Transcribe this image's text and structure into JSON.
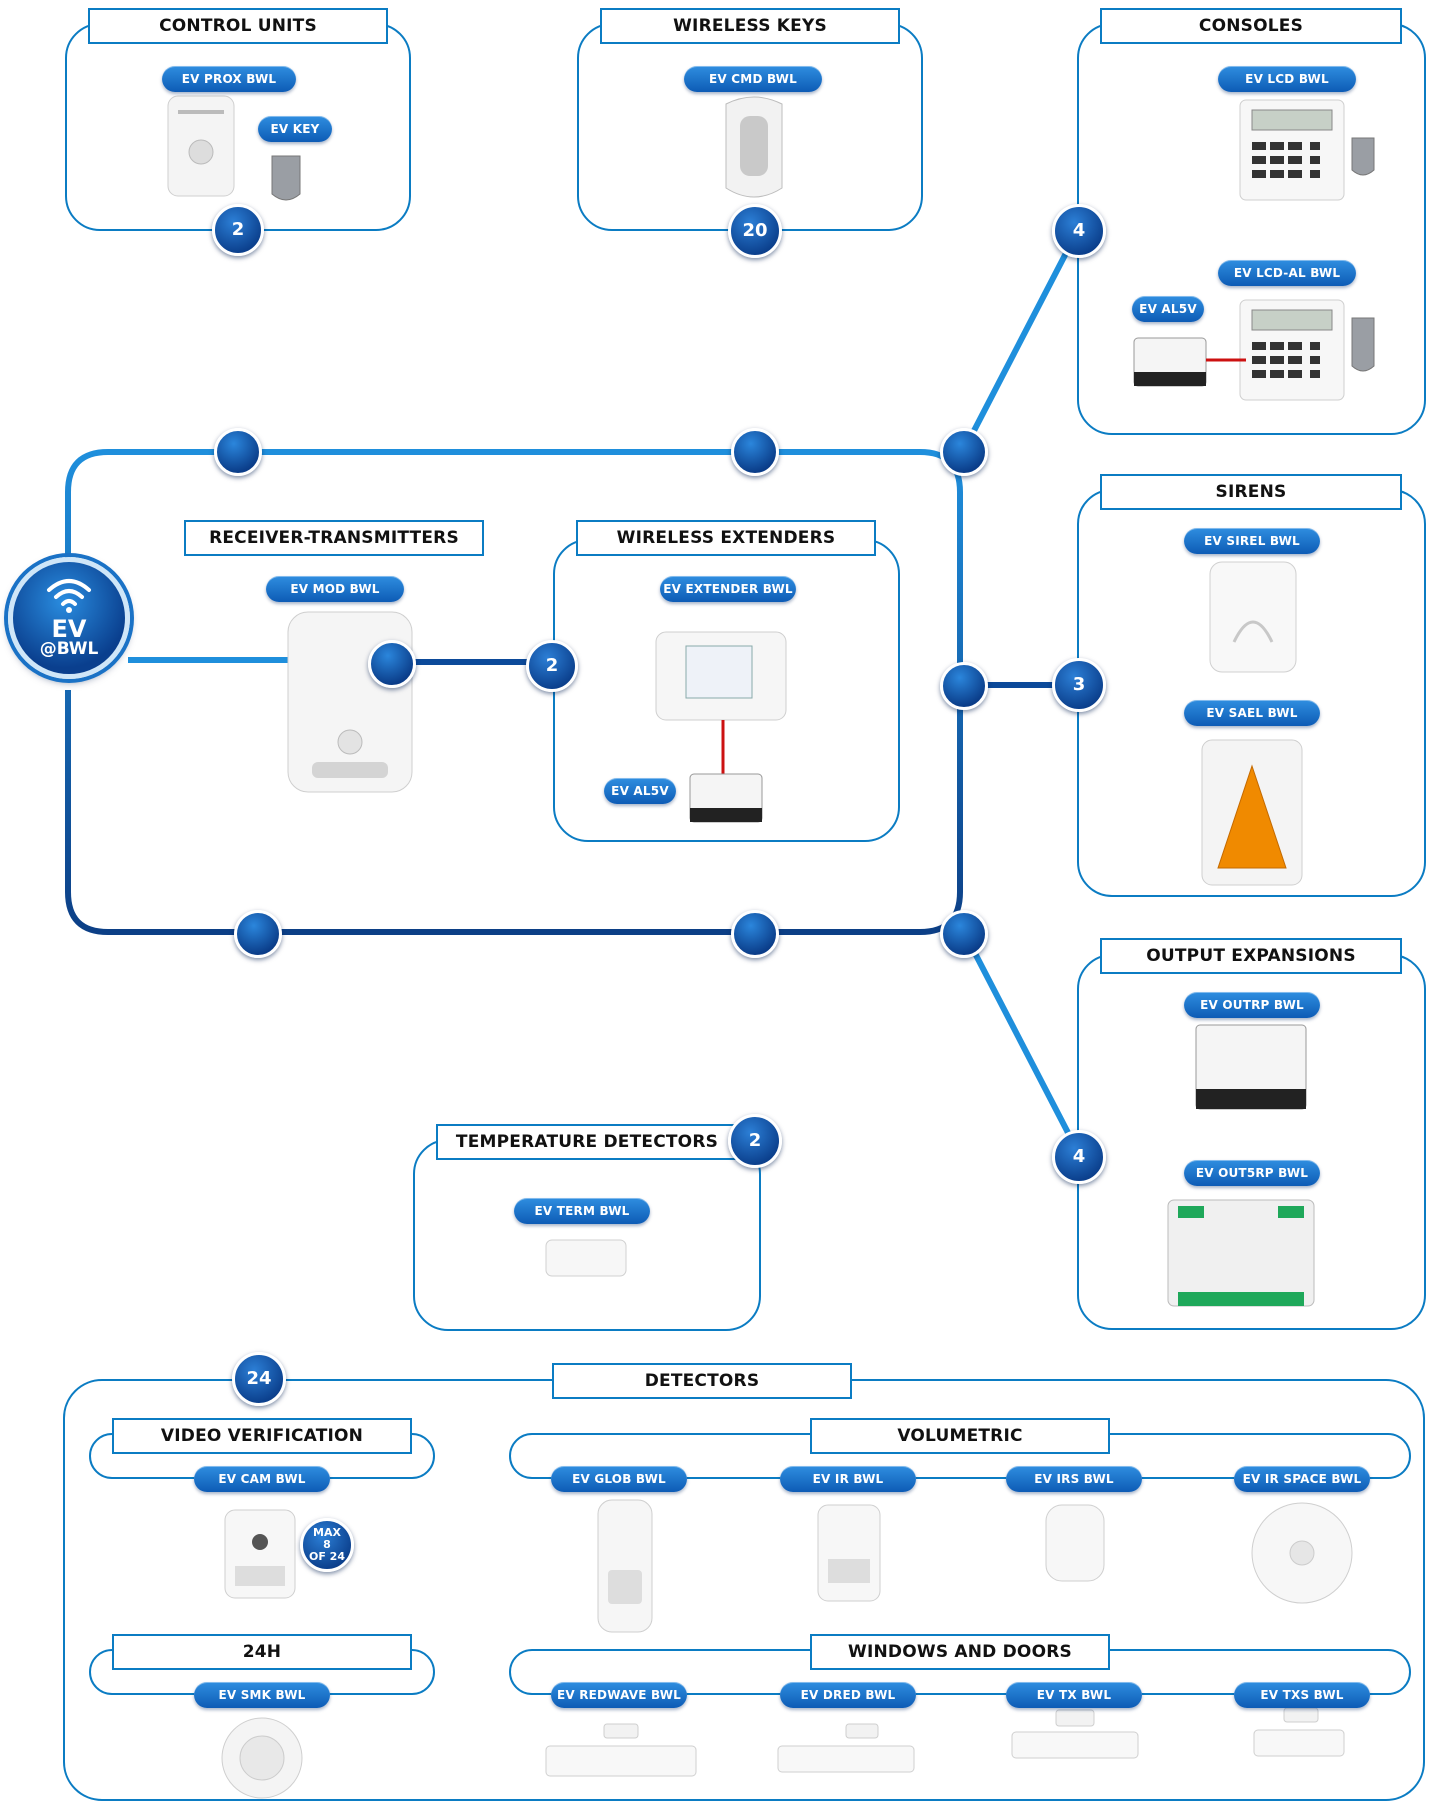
{
  "hub": {
    "line1": "EV",
    "line2": "@BWL"
  },
  "sections": {
    "control_units": "CONTROL UNITS",
    "wireless_keys": "WIRELESS KEYS",
    "consoles": "CONSOLES",
    "receiver_transmitters": "RECEIVER-TRANSMITTERS",
    "wireless_extenders": "WIRELESS EXTENDERS",
    "sirens": "SIRENS",
    "output_expansions": "OUTPUT EXPANSIONS",
    "temperature_detectors": "TEMPERATURE DETECTORS",
    "detectors": "DETECTORS",
    "video_verification": "VIDEO VERIFICATION",
    "volumetric": "VOLUMETRIC",
    "h24": "24H",
    "windows_doors": "WINDOWS AND DOORS"
  },
  "products": {
    "ev_prox_bwl": "EV PROX BWL",
    "ev_key": "EV KEY",
    "ev_cmd_bwl": "EV CMD BWL",
    "ev_lcd_bwl": "EV LCD BWL",
    "ev_lcd_al_bwl": "EV LCD-AL BWL",
    "ev_al5v_console": "EV AL5V",
    "ev_mod_bwl": "EV MOD BWL",
    "ev_extender_bwl": "EV EXTENDER BWL",
    "ev_al5v_extender": "EV AL5V",
    "ev_sirel_bwl": "EV SIREL BWL",
    "ev_sael_bwl": "EV SAEL BWL",
    "ev_outrp_bwl": "EV OUTRP BWL",
    "ev_out5rp_bwl": "EV OUT5RP BWL",
    "ev_term_bwl": "EV TERM BWL",
    "ev_cam_bwl": "EV CAM BWL",
    "ev_glob_bwl": "EV GLOB BWL",
    "ev_ir_bwl": "EV IR BWL",
    "ev_irs_bwl": "EV IRS BWL",
    "ev_ir_space_bwl": "EV IR SPACE BWL",
    "ev_smk_bwl": "EV SMK BWL",
    "ev_redwave_bwl": "EV REDWAVE BWL",
    "ev_dred_bwl": "EV DRED BWL",
    "ev_tx_bwl": "EV TX BWL",
    "ev_txs_bwl": "EV TXS BWL"
  },
  "counts": {
    "control_units": "2",
    "wireless_keys": "20",
    "consoles": "4",
    "wireless_extenders": "2",
    "sirens": "3",
    "output_expansions": "4",
    "temperature_detectors": "2",
    "detectors": "24"
  },
  "max_badge": {
    "line1": "MAX",
    "line2": "8",
    "line3": "OF 24"
  },
  "colors": {
    "accent": "#0b7cc3",
    "node_dark": "#0a3c88",
    "badge_light": "#2c7fd6",
    "siren_amber": "#f08a00",
    "wire_red": "#cc1111"
  }
}
